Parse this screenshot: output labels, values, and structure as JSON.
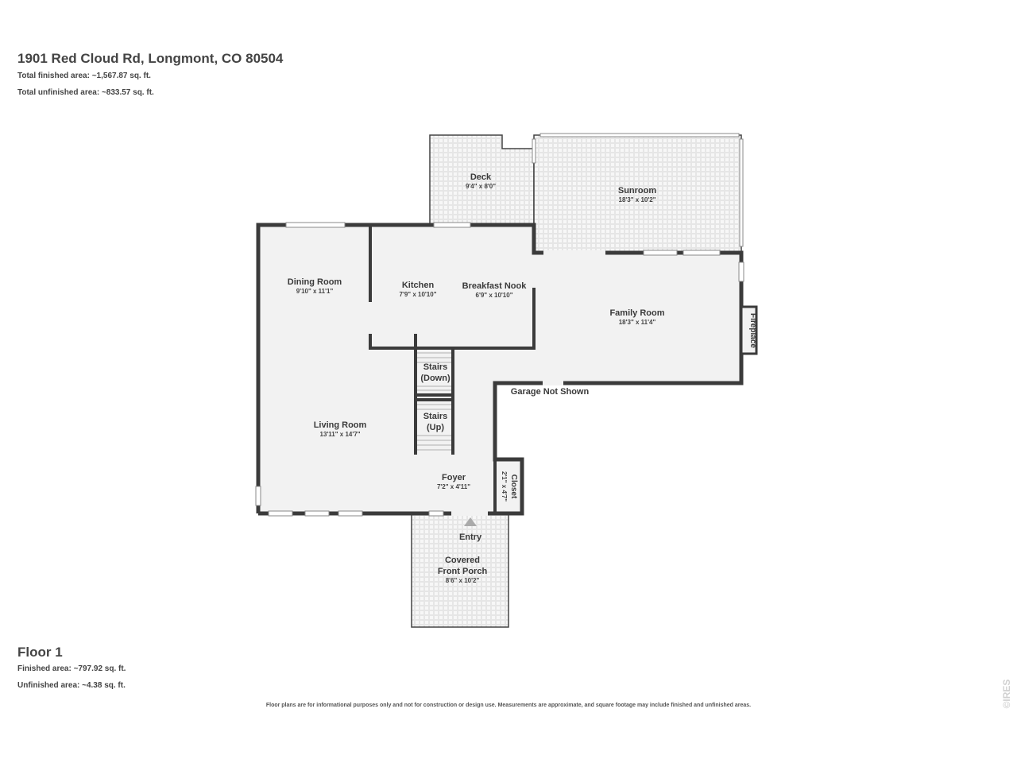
{
  "header": {
    "address": "1901 Red Cloud Rd, Longmont, CO 80504",
    "total_finished": "Total finished area: ~1,567.87 sq. ft.",
    "total_unfinished": "Total unfinished area: ~833.57 sq. ft."
  },
  "rooms": {
    "deck": {
      "name": "Deck",
      "dim": "9'4\" x 8'0\""
    },
    "sunroom": {
      "name": "Sunroom",
      "dim": "18'3\" x 10'2\""
    },
    "dining": {
      "name": "Dining Room",
      "dim": "9'10\" x 11'1\""
    },
    "kitchen": {
      "name": "Kitchen",
      "dim": "7'9\" x 10'10\""
    },
    "nook": {
      "name": "Breakfast Nook",
      "dim": "6'9\" x 10'10\""
    },
    "family": {
      "name": "Family Room",
      "dim": "18'3\" x 11'4\""
    },
    "fireplace": {
      "name": "Fireplace"
    },
    "stairs_down": {
      "line1": "Stairs",
      "line2": "(Down)"
    },
    "stairs_up": {
      "line1": "Stairs",
      "line2": "(Up)"
    },
    "garage": {
      "name": "Garage Not Shown"
    },
    "living": {
      "name": "Living Room",
      "dim": "13'11\" x 14'7\""
    },
    "foyer": {
      "name": "Foyer",
      "dim": "7'2\" x 4'11\""
    },
    "closet": {
      "name": "Closet",
      "dim": "2'1\" x 4'7\""
    },
    "entry": {
      "name": "Entry"
    },
    "porch": {
      "line1": "Covered",
      "line2": "Front Porch",
      "dim": "8'6\" x 10'2\""
    }
  },
  "footer": {
    "floor": "Floor 1",
    "finished": "Finished area: ~797.92 sq. ft.",
    "unfinished": "Unfinished area: ~4.38 sq. ft.",
    "disclaimer": "Floor plans are for informational purposes only and not for construction or design use. Measurements are approximate, and square footage may include finished and unfinished areas.",
    "watermark": "©IRES"
  },
  "colors": {
    "wall": "#3b3b3b",
    "floor_fill": "#f2f2f2",
    "tile_fill": "#f6f6f6",
    "window": "#8a8a8a"
  }
}
